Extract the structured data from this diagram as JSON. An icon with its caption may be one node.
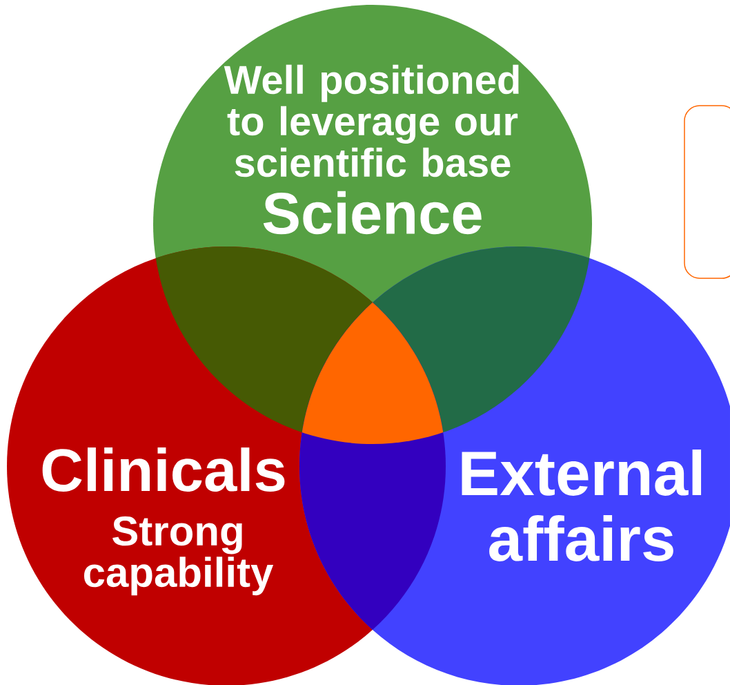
{
  "diagram": {
    "nodes": [
      {
        "text": [
          "Well positioned to leverage our scientific base",
          "Science"
        ]
      },
      {
        "text": [
          "Clinicals",
          "Strong capability"
        ]
      },
      {
        "text": [
          "External affairs"
        ]
      },
      {
        "text": [],
        "shape": "box"
      }
    ]
  }
}
